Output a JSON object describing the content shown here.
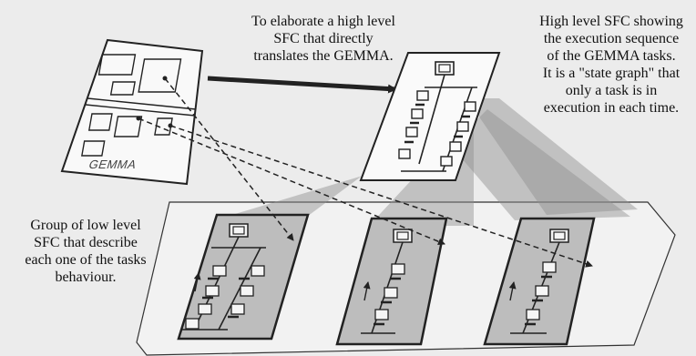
{
  "captions": {
    "top": "To elaborate a high level\nSFC that directly\ntranslates the GEMMA.",
    "right": "High level SFC showing\nthe execution sequence\nof the GEMMA tasks.\nIt is a \"state graph\" that\nonly a task is in\nexecution in each time.",
    "left": "Group of low level\nSFC that describe\neach one of the tasks\nbehaviour."
  },
  "gemma_label": "GEMMA",
  "colors": {
    "background": "#ececec",
    "stroke": "#222222",
    "projection": "#9a9a9a",
    "plane_fill": "#f7f7f7",
    "low_sfc_fill": "#bdbdbd"
  }
}
